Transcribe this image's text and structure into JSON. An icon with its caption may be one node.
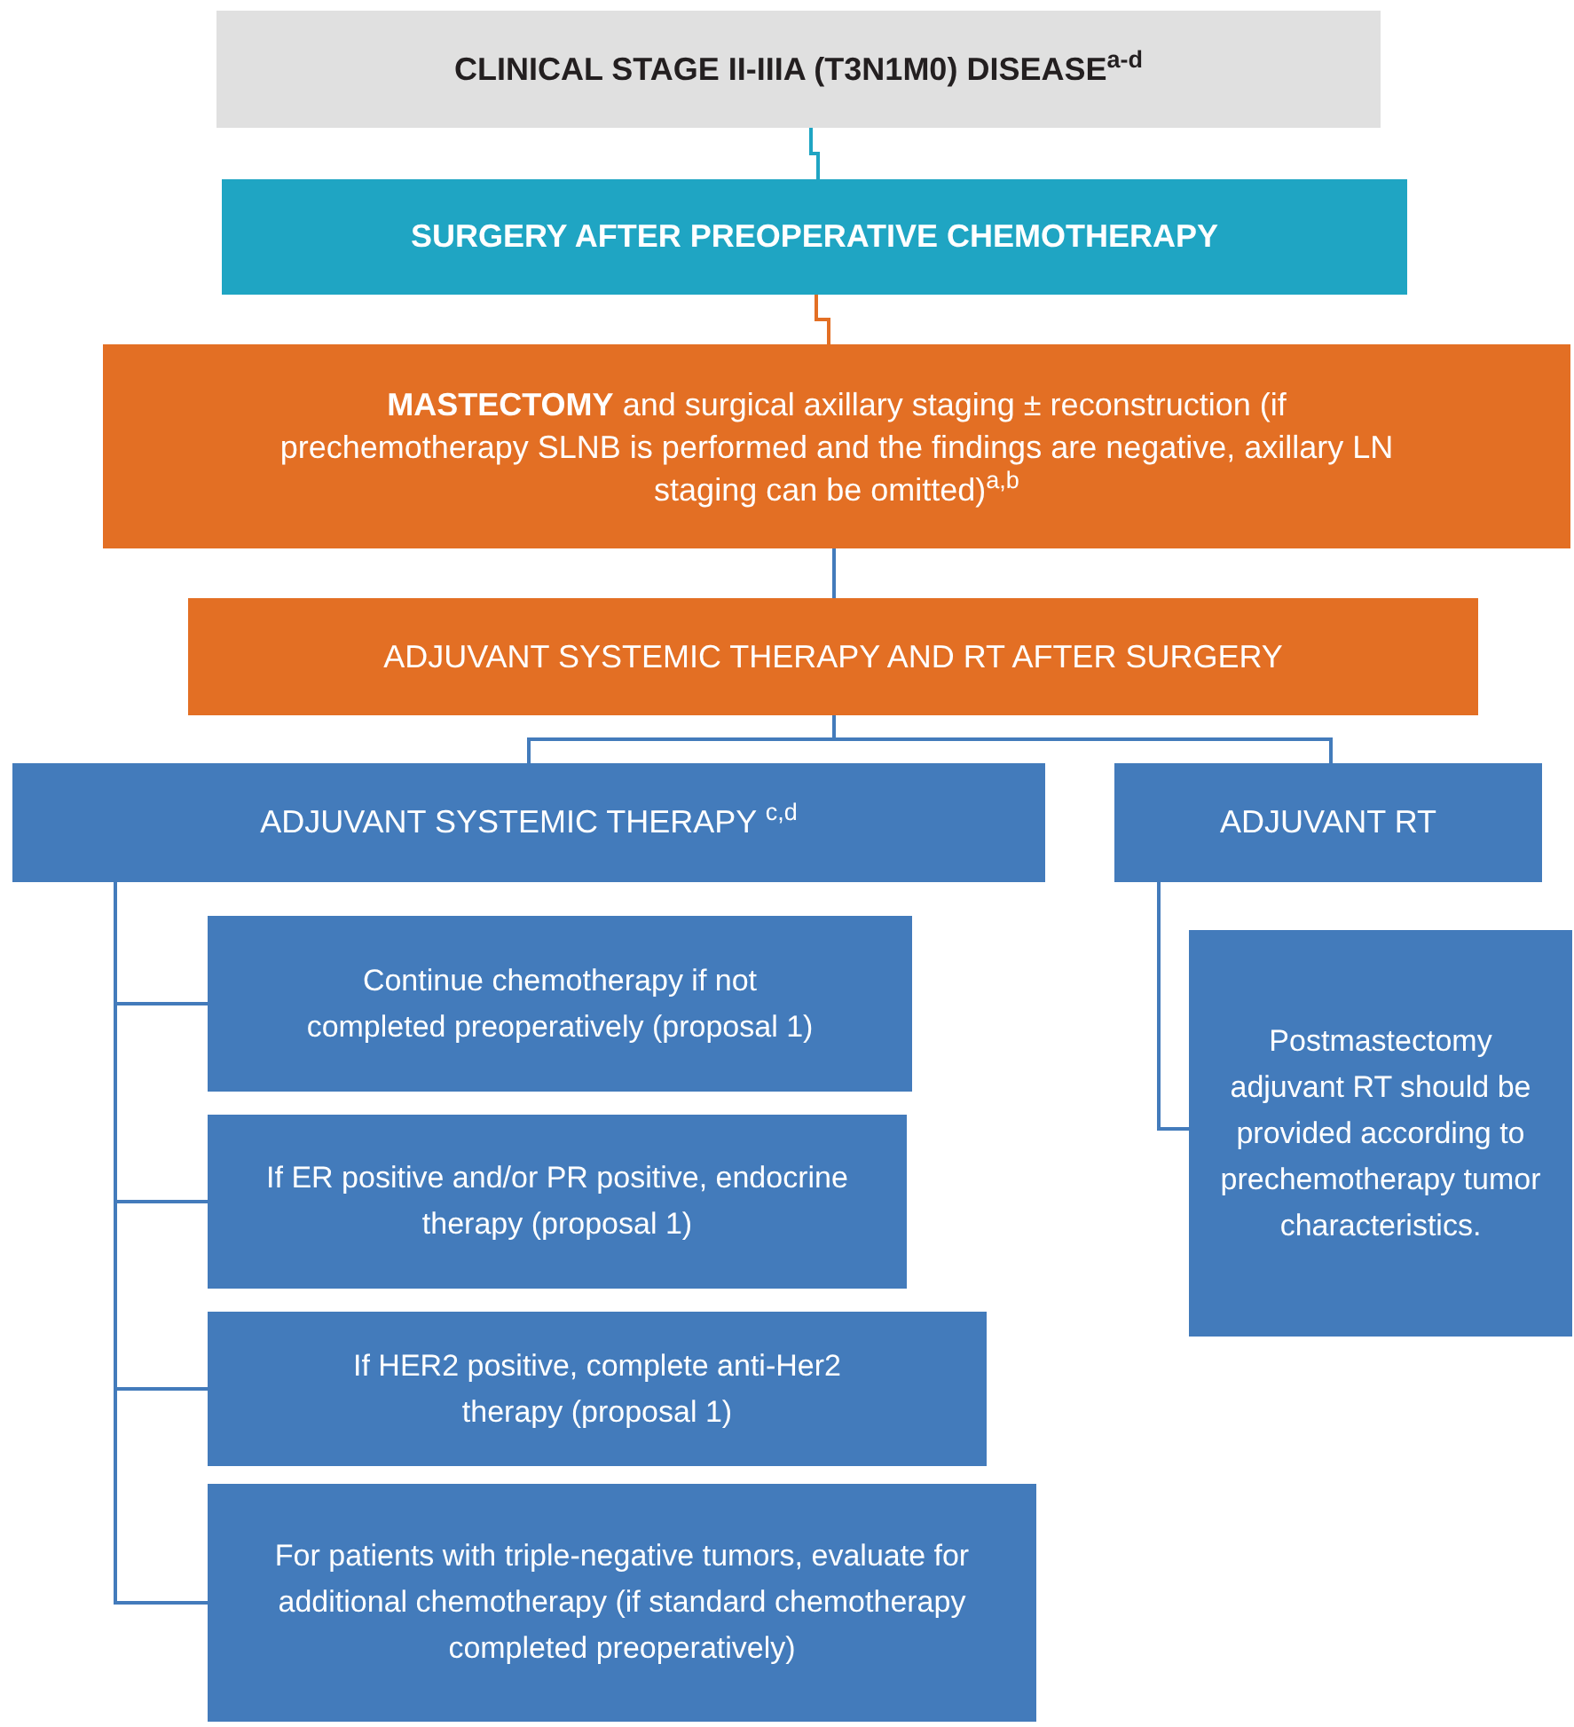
{
  "diagram": {
    "nodes": [
      {
        "text": [
          "CLINICAL STAGE II-IIIA (T3N1M0) DISEASE$^{a-d}$"
        ]
      },
      {
        "text": [
          "SURGERY AFTER PREOPERATIVE CHEMOTHERAPY"
        ]
      },
      {
        "text": [
          "**MASTECTOMY** and surgical axillary staging ± reconstruction (if prechemotherapy SLNB is performed and the findings are negative, axillary LN staging can be omitted)$^{a,b}$"
        ]
      },
      {
        "text": [
          "ADJUVANT SYSTEMIC THERAPY AND RT AFTER SURGERY"
        ]
      },
      {
        "text": [
          "ADJUVANT SYSTEMIC THERAPY $^{c,d}$"
        ]
      },
      {
        "text": [
          "ADJUVANT RT"
        ]
      },
      {
        "text": [
          "Continue chemotherapy if not completed preoperatively (proposal 1)"
        ]
      },
      {
        "text": [
          "If ER positive and/or PR positive, endocrine therapy (proposal 1)"
        ]
      },
      {
        "text": [
          "If HER2 positive, complete anti-Her2 therapy (proposal 1)"
        ]
      },
      {
        "text": [
          "For patients with triple-negative tumors, evaluate for additional chemotherapy (if standard chemotherapy completed preoperatively)"
        ]
      },
      {
        "text": [
          "Postmastectomy adjuvant RT should be provided according to prechemotherapy tumor characteristics."
        ]
      }
    ],
    "edges": [
      {
        "from": 0,
        "to": 1,
        "arrow": "none",
        "color": "#1fa5c3"
      },
      {
        "from": 1,
        "to": 2,
        "arrow": "none",
        "color": "#e36f24"
      },
      {
        "from": 2,
        "to": 3,
        "arrow": "none"
      },
      {
        "from": 3,
        "to": 4,
        "arrow": "none"
      },
      {
        "from": 3,
        "to": 5,
        "arrow": "none"
      },
      {
        "from": 4,
        "to": 6,
        "arrow": "none"
      },
      {
        "from": 4,
        "to": 7,
        "arrow": "none"
      },
      {
        "from": 4,
        "to": 8,
        "arrow": "none"
      },
      {
        "from": 4,
        "to": 9,
        "arrow": "none"
      },
      {
        "from": 5,
        "to": 10,
        "arrow": "none"
      }
    ]
  }
}
